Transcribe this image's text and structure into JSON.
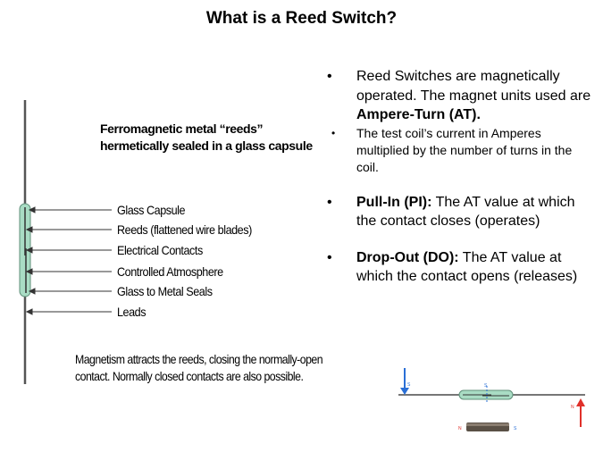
{
  "title": "What is a Reed Switch?",
  "diagram": {
    "caption_top": "Ferromagnetic metal “reeds” hermetically sealed in a glass capsule",
    "labels": [
      "Glass Capsule",
      "Reeds (flattened wire blades)",
      "Electrical Contacts",
      "Controlled Atmosphere",
      "Glass to Metal Seals",
      "Leads"
    ],
    "caption_bottom": "Magnetism attracts the reeds, closing the normally-open contact.  Normally closed contacts are also possible."
  },
  "bullets": {
    "b1_text": "Reed Switches are magnetically operated. The magnet units used are ",
    "b1_bold": "Ampere-Turn  (AT).",
    "b1_sub": "The test coil’s current in Amperes multiplied by the number of turns in the coil.",
    "b2_bold": "Pull-In (PI):",
    "b2_text": " The AT value at which the contact closes (operates)",
    "b3_bold": "Drop-Out (DO):",
    "b3_text": " The AT value at which the contact opens (releases)",
    "marker": "•"
  },
  "magnet_figure": {
    "pole_s": "S",
    "pole_n": "N",
    "colors": {
      "arrow_down": "#2a6fd6",
      "arrow_up": "#e0302a",
      "glass": "#a9dcc4"
    }
  }
}
